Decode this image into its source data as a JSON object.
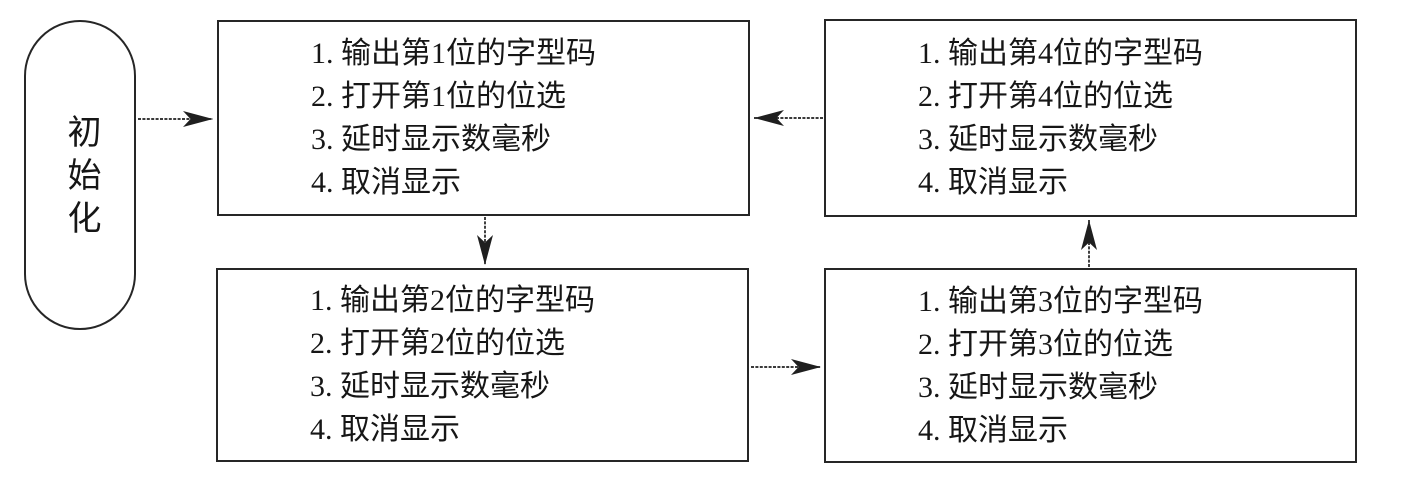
{
  "flowchart": {
    "start_label": "初始化",
    "boxes": [
      {
        "name": "digit-1",
        "lines": [
          "1. 输出第1位的字型码",
          "2. 打开第1位的位选",
          "3. 延时显示数毫秒",
          "4. 取消显示"
        ]
      },
      {
        "name": "digit-2",
        "lines": [
          "1. 输出第2位的字型码",
          "2. 打开第2位的位选",
          "3. 延时显示数毫秒",
          "4. 取消显示"
        ]
      },
      {
        "name": "digit-3",
        "lines": [
          "1. 输出第3位的字型码",
          "2. 打开第3位的位选",
          "3. 延时显示数毫秒",
          "4. 取消显示"
        ]
      },
      {
        "name": "digit-4",
        "lines": [
          "1. 输出第4位的字型码",
          "2. 打开第4位的位选",
          "3. 延时显示数毫秒",
          "4. 取消显示"
        ]
      }
    ],
    "edges": [
      {
        "from": "start",
        "to": "digit-1"
      },
      {
        "from": "digit-1",
        "to": "digit-2"
      },
      {
        "from": "digit-2",
        "to": "digit-3"
      },
      {
        "from": "digit-3",
        "to": "digit-4"
      },
      {
        "from": "digit-4",
        "to": "digit-1"
      }
    ],
    "colors": {
      "stroke": "#1f1f1f",
      "text": "#161616",
      "background": "#ffffff"
    }
  }
}
